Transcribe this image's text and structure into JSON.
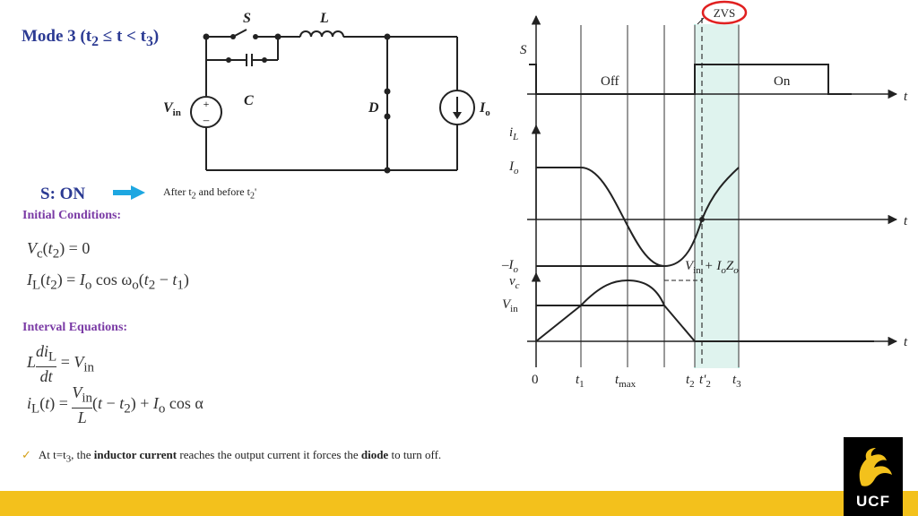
{
  "title": {
    "pre": "Mode 3 (t",
    "s1": "2",
    "mid": " ≤ t < t",
    "s2": "3",
    "post": ")"
  },
  "switch_state": "S: ON",
  "after_note": {
    "pre": "After t",
    "s1": "2",
    "mid": " and before t",
    "s2": "2",
    "post": "'"
  },
  "initial_conditions_heading": "Initial Conditions:",
  "interval_equations_heading": "Interval Equations:",
  "conclusion": {
    "pre": "At t=t",
    "sub": "3",
    "mid1": ", the ",
    "b1": "inductor current",
    "mid2": " reaches the output current it forces the ",
    "b2": "diode",
    "post": " to turn off."
  },
  "logo_text": "UCF",
  "circuit": {
    "switch": "S",
    "inductor": "L",
    "source": "V",
    "source_sub": "in",
    "cap": "C",
    "diode": "D",
    "load": "I",
    "load_sub": "o"
  },
  "waveform": {
    "zvs": "ZVS",
    "s_label": "S",
    "off": "Off",
    "on": "On",
    "t": "t",
    "iL": "i",
    "iL_sub": "L",
    "Io": "I",
    "Io_sub": "o",
    "negIo": "–I",
    "negIo_sub": "o",
    "vc": "v",
    "vc_sub": "c",
    "vin": "V",
    "vin_sub": "in",
    "peak": {
      "a": "V",
      "a_sub": "in",
      "b": " + I",
      "b_sub": "o",
      "c": "Z",
      "c_sub": "o"
    },
    "ticks": [
      {
        "label": "0",
        "sub": ""
      },
      {
        "label": "t",
        "sub": "1"
      },
      {
        "label": "t",
        "sub": "max"
      },
      {
        "label": "t",
        "sub": "2"
      },
      {
        "label": "t'",
        "sub": "2"
      },
      {
        "label": "t",
        "sub": "3"
      }
    ]
  },
  "colors": {
    "title": "#2b3a93",
    "section": "#7a3aa5",
    "zvs_band": "#dff3ee",
    "arrow": "#1ea7e1",
    "accent": "#f3c11c"
  }
}
